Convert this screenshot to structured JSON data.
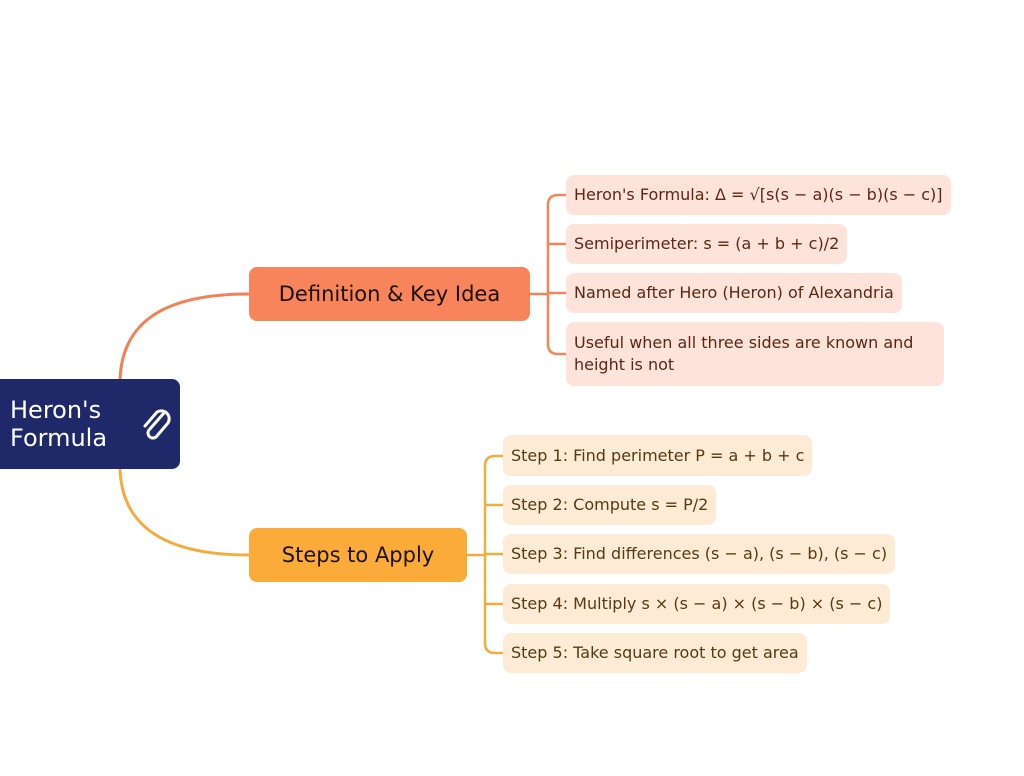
{
  "root": {
    "label": "Heron's Formula",
    "icon": "paperclip-icon",
    "color": "#1f2868"
  },
  "branches": [
    {
      "label": "Definition & Key Idea",
      "color": "#f7845a",
      "children": [
        "Heron's Formula: Δ = √[s(s − a)(s − b)(s − c)]",
        "Semiperimeter: s = (a + b + c)/2",
        "Named after Hero (Heron) of Alexandria",
        "Useful when all three sides are known and height is not"
      ]
    },
    {
      "label": "Steps to Apply",
      "color": "#fbab3a",
      "children": [
        "Step 1: Find perimeter P = a + b + c",
        "Step 2: Compute s = P/2",
        "Step 3: Find differences (s − a), (s − b), (s − c)",
        "Step 4: Multiply s × (s − a) × (s − b) × (s − c)",
        "Step 5: Take square root to get area"
      ]
    }
  ]
}
